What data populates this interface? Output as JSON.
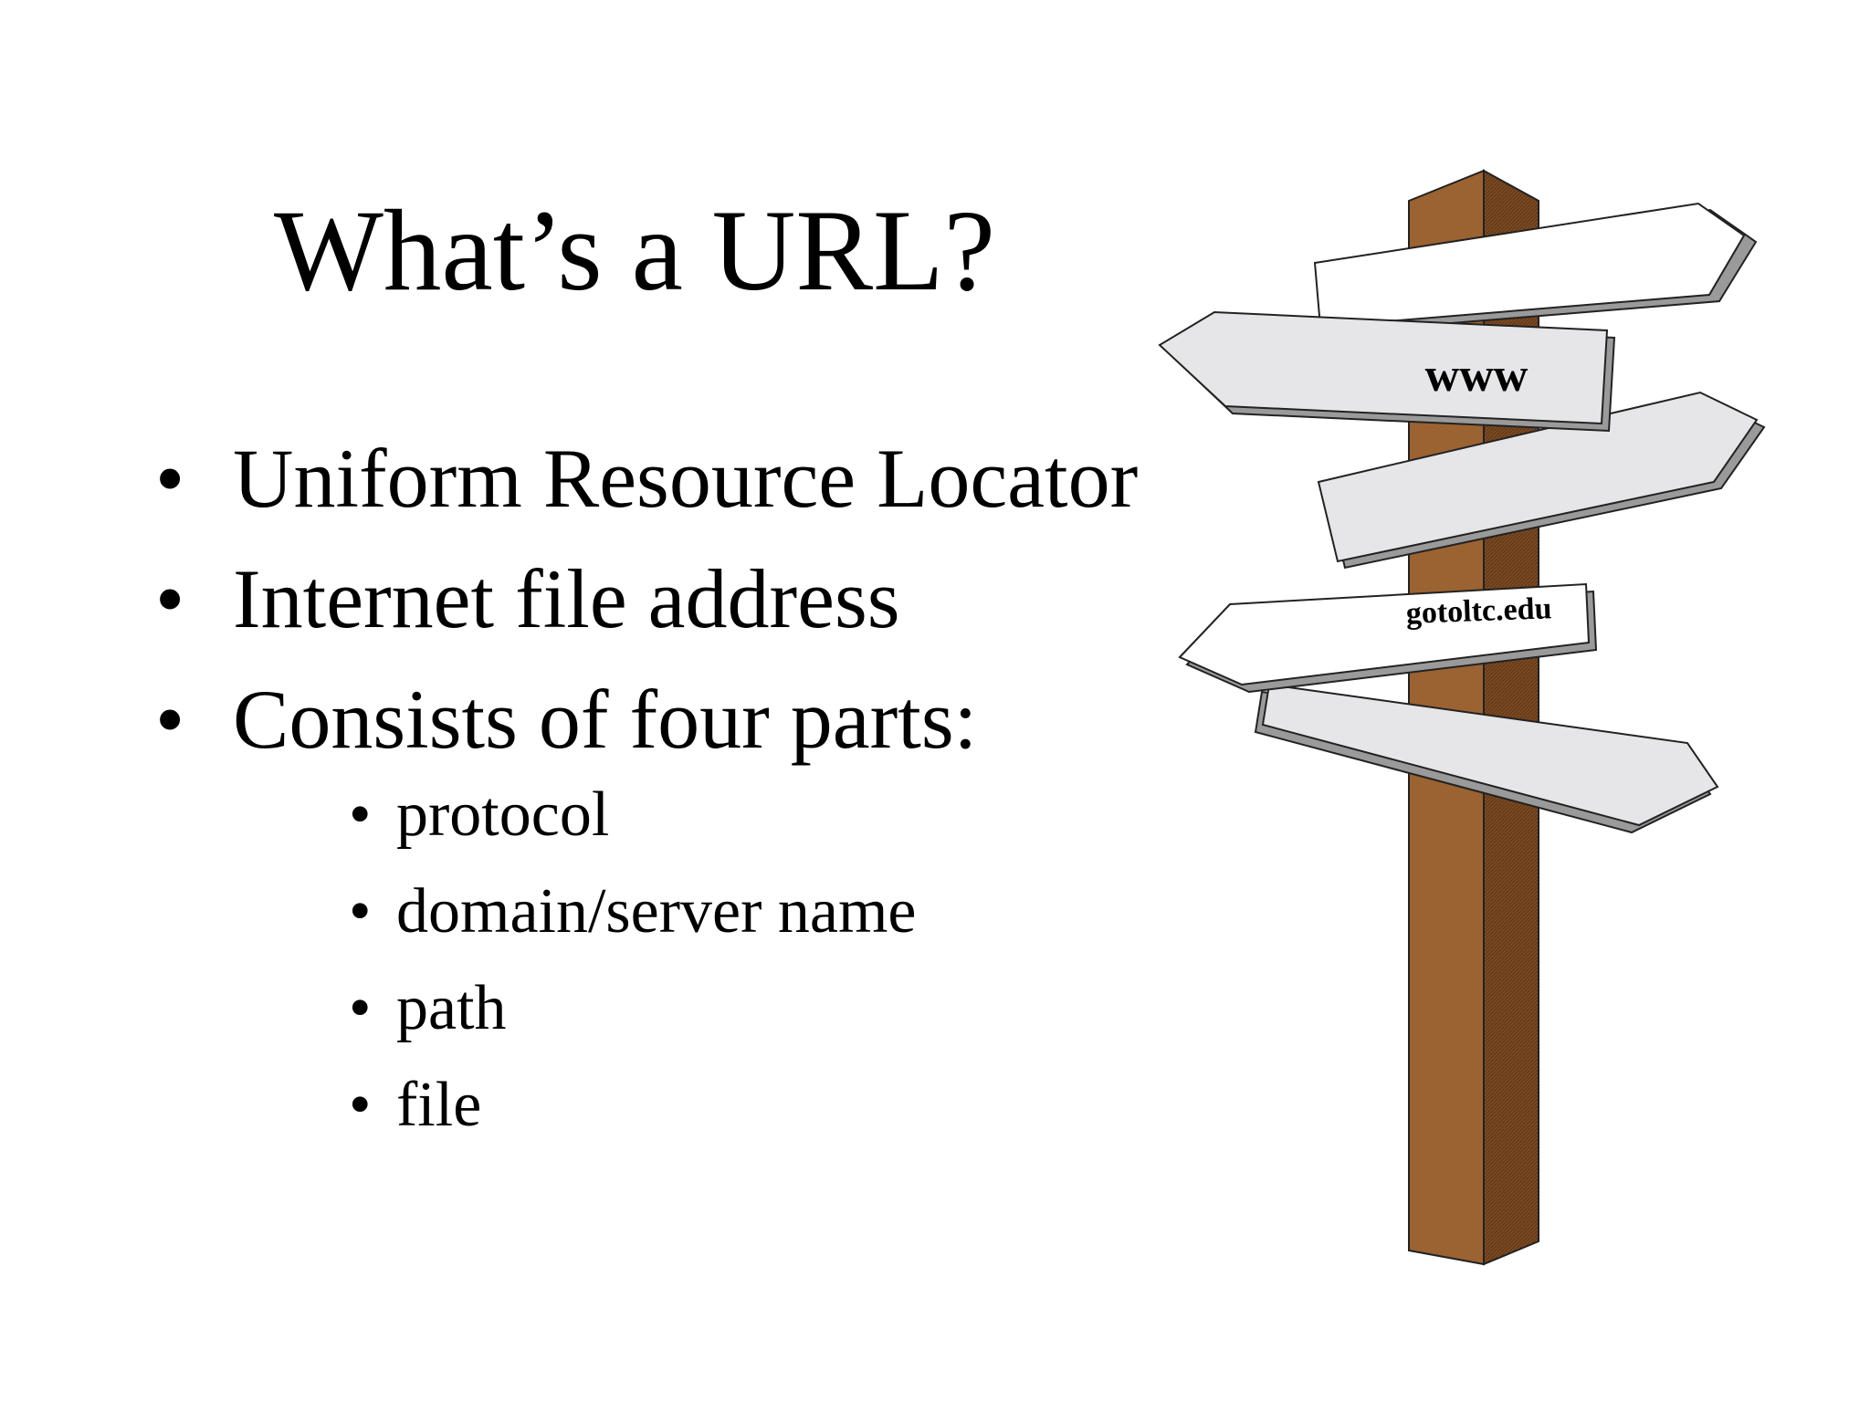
{
  "slide": {
    "title": "What’s a URL?",
    "bullets": [
      "Uniform Resource Locator",
      "Internet file address",
      "Consists of four parts:"
    ],
    "sub_bullets": [
      "protocol",
      "domain/server name",
      "path",
      "file"
    ],
    "bullet_char": "•"
  },
  "illustration": {
    "sign_top_label": "www",
    "sign_middle_label": "gotoltc.edu",
    "colors": {
      "post_front": "#9b6232",
      "post_side": "#7c4a22",
      "sign_white": "#ffffff",
      "sign_light": "#e6e6e8",
      "sign_outline": "#222222"
    }
  }
}
